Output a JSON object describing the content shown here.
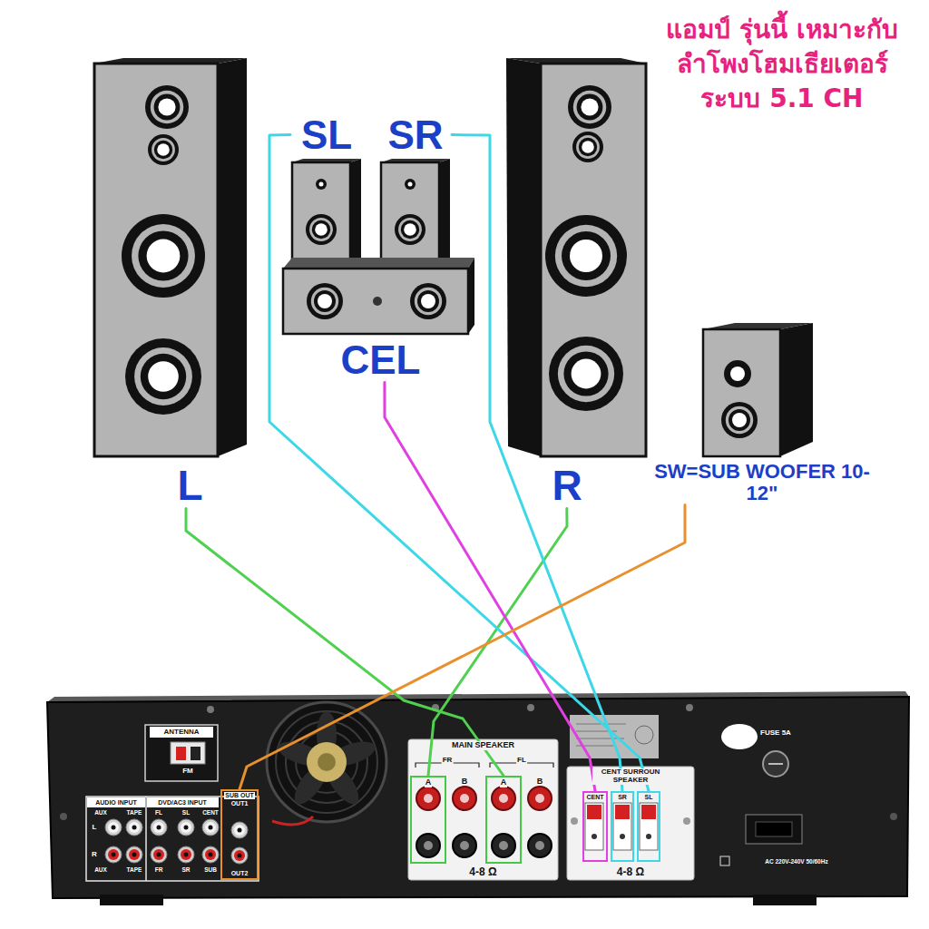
{
  "diagram": {
    "title": "แอมป์ รุ่นนี้ เหมาะกับ ลำโพงโฮมเธียเตอร์ ระบบ 5.1 CH",
    "nodes": [
      {
        "text": [
          "L"
        ]
      },
      {
        "text": [
          "SL"
        ]
      },
      {
        "text": [
          "SR"
        ]
      },
      {
        "text": [
          "R"
        ]
      },
      {
        "text": [
          "CEL"
        ]
      },
      {
        "text": [
          "SW=SUB WOOFER 10-12\""
        ]
      },
      {
        "text": [
          "SUB OUT",
          "OUT1",
          "OUT2"
        ]
      },
      {
        "text": [
          "MAIN SPEAKER",
          "4-8 Ω"
        ]
      },
      {
        "text": [
          "A"
        ],
        "in": 7
      },
      {
        "text": [
          "A"
        ],
        "in": 7
      },
      {
        "text": [
          "CENT SURROUN SPEAKER",
          "4-8 Ω"
        ]
      },
      {
        "text": [
          "CENT"
        ],
        "in": 10
      },
      {
        "text": [
          "SR"
        ],
        "in": 10
      },
      {
        "text": [
          "SL"
        ],
        "in": 10
      }
    ],
    "edges": [
      {
        "from": 0,
        "to": 9,
        "arrow": "none"
      },
      {
        "from": 3,
        "to": 8,
        "arrow": "none"
      },
      {
        "from": 1,
        "to": 13,
        "arrow": "none"
      },
      {
        "from": 2,
        "to": 12,
        "arrow": "none"
      },
      {
        "from": 4,
        "to": 11,
        "arrow": "none"
      },
      {
        "from": 5,
        "to": 6,
        "arrow": "none"
      }
    ],
    "labels": [
      "ANTENNA",
      "FM",
      "AUDIO INPUT",
      "DVD/AC3 INPUT",
      "AUX",
      "TAPE",
      "FL",
      "SL",
      "CENT",
      "L",
      "R",
      "AUX",
      "TAPE",
      "FR",
      "SR",
      "SUB",
      "FR",
      "FL",
      "B",
      "B",
      "FUSE 5A",
      "AC 220V-240V 50/60Hz"
    ]
  }
}
